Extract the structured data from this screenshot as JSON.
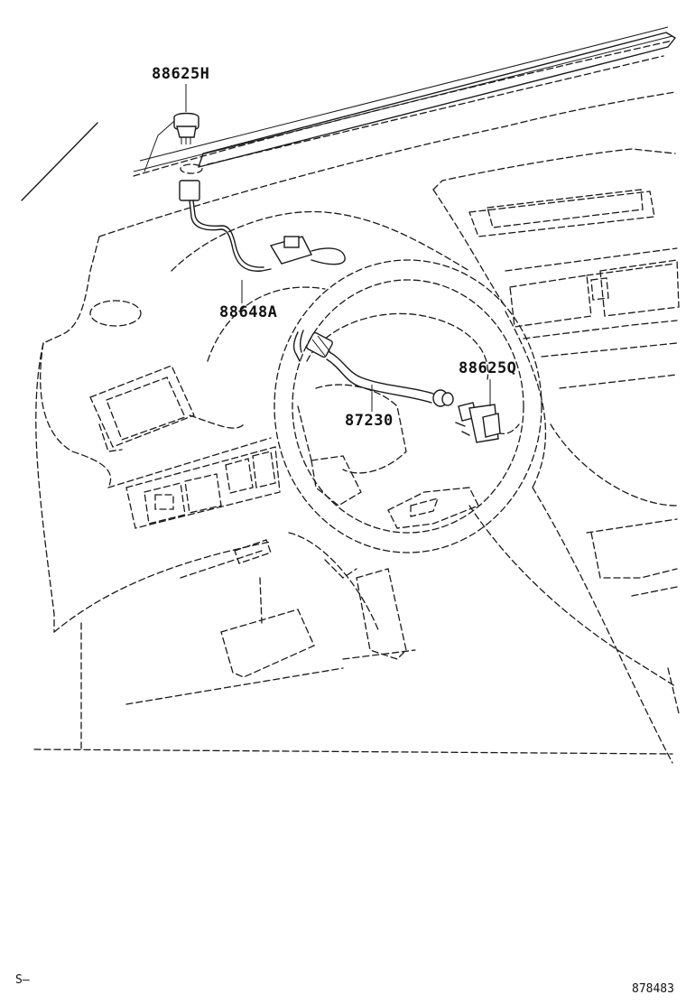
{
  "labels": {
    "switch_part": "88625H",
    "wire_harness": "88648A",
    "hose": "87230",
    "sensor_part": "88625Q"
  },
  "footer": {
    "left_code": "S—",
    "right_code": "878483"
  }
}
